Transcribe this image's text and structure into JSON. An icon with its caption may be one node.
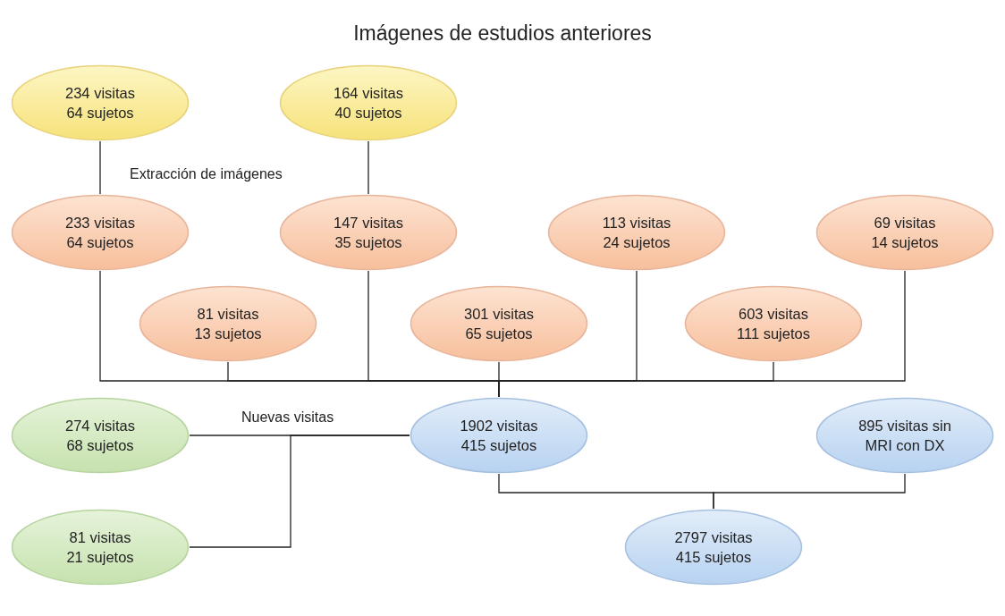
{
  "diagram": {
    "title": "Imágenes de estudios anteriores",
    "nodes": [
      {
        "text": [
          "234 visitas",
          "64 sujetos"
        ]
      },
      {
        "text": [
          "164 visitas",
          "40 sujetos"
        ]
      },
      {
        "text": [
          "233 visitas",
          "64 sujetos"
        ]
      },
      {
        "text": [
          "147 visitas",
          "35 sujetos"
        ]
      },
      {
        "text": [
          "113 visitas",
          "24 sujetos"
        ]
      },
      {
        "text": [
          "69 visitas",
          "14 sujetos"
        ]
      },
      {
        "text": [
          "81 visitas",
          "13 sujetos"
        ]
      },
      {
        "text": [
          "301 visitas",
          "65 sujetos"
        ]
      },
      {
        "text": [
          "603 visitas",
          "111 sujetos"
        ]
      },
      {
        "text": [
          "274 visitas",
          "68 sujetos"
        ]
      },
      {
        "text": [
          "1902 visitas",
          "415 sujetos"
        ]
      },
      {
        "text": [
          "895 visitas sin MRI con DX"
        ]
      },
      {
        "text": [
          "81 visitas",
          "21 sujetos"
        ]
      },
      {
        "text": [
          "2797 visitas",
          "415 sujetos"
        ]
      }
    ],
    "edges": [
      {
        "from": 0,
        "to": 2,
        "arrow": "none"
      },
      {
        "from": 1,
        "to": 3,
        "arrow": "none"
      },
      {
        "from": 2,
        "to": 10,
        "arrow": "none"
      },
      {
        "from": 6,
        "to": 10,
        "arrow": "none"
      },
      {
        "from": 3,
        "to": 10,
        "arrow": "none"
      },
      {
        "from": 7,
        "to": 10,
        "arrow": "none"
      },
      {
        "from": 4,
        "to": 10,
        "arrow": "none"
      },
      {
        "from": 8,
        "to": 10,
        "arrow": "none"
      },
      {
        "from": 5,
        "to": 10,
        "arrow": "none"
      },
      {
        "from": 9,
        "to": 10,
        "arrow": "none"
      },
      {
        "from": 12,
        "to": 10,
        "arrow": "none"
      },
      {
        "from": 10,
        "to": 13,
        "arrow": "none"
      },
      {
        "from": 11,
        "to": 13,
        "arrow": "none"
      }
    ],
    "labels": [
      "Extracción de imágenes",
      "Nuevas visitas"
    ]
  }
}
